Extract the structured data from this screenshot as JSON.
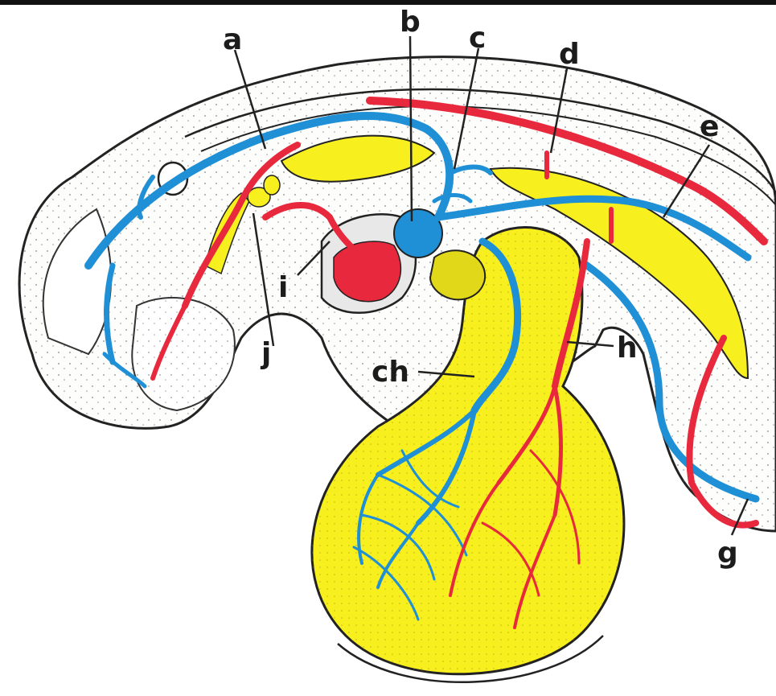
{
  "labels": {
    "a": "a",
    "b": "b",
    "c": "c",
    "d": "d",
    "e": "e",
    "g": "g",
    "h": "h",
    "i": "i",
    "j": "j",
    "ch": "ch"
  },
  "colors": {
    "vein": "#1f8fd6",
    "artery": "#e8283c",
    "yolk": "#f7ef1e",
    "outline": "#222222",
    "background": "#ffffff"
  }
}
